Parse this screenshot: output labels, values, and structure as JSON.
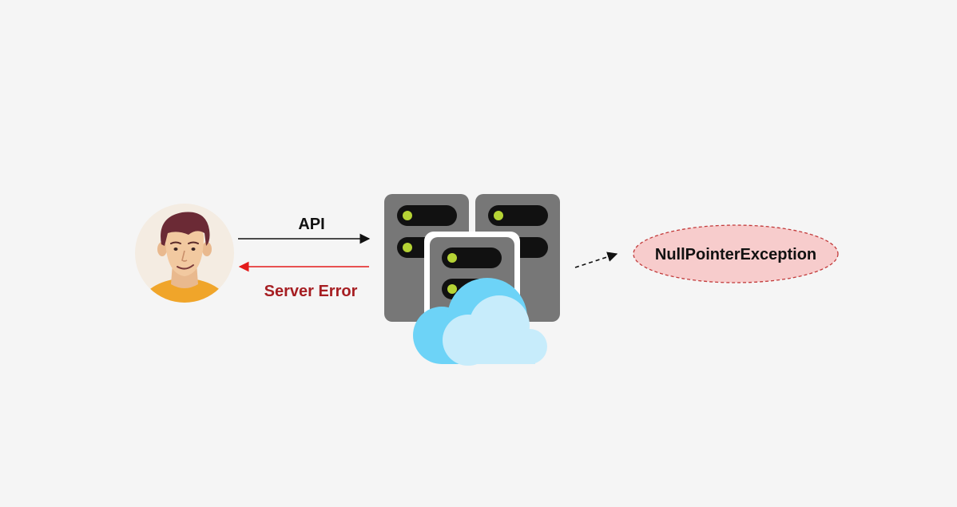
{
  "diagram": {
    "request_label": "API",
    "response_label": "Server Error",
    "exception_label": "NullPointerException",
    "nodes": [
      {
        "name": "user",
        "icon": "user-avatar-icon"
      },
      {
        "name": "server-cluster",
        "icon": "server-rack-icon"
      },
      {
        "name": "cloud",
        "icon": "cloud-icon"
      },
      {
        "name": "exception",
        "icon": "exception-ellipse"
      }
    ]
  },
  "colors": {
    "background": "#f5f5f5",
    "request_arrow": "#111111",
    "error_arrow": "#e31b1b",
    "error_text": "#a61e22",
    "exception_fill": "#f7cccc",
    "exception_stroke": "#c23a3a",
    "server_body": "#777777",
    "server_led": "#b5d335",
    "cloud_dark": "#6dd3f7",
    "cloud_light": "#c7ecfb",
    "avatar_bg": "#f4ece2",
    "shirt": "#f0a52a"
  }
}
